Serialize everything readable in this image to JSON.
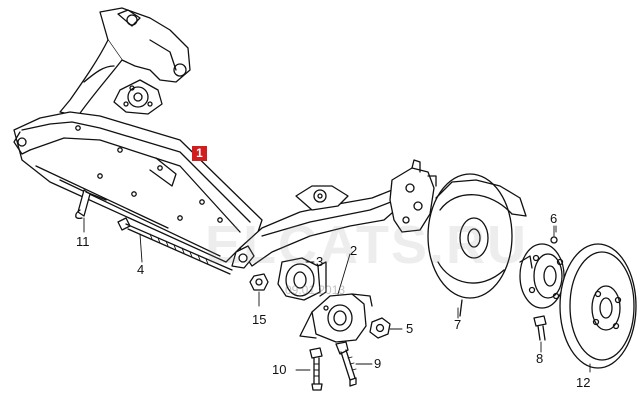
{
  "diagram": {
    "highlight_label": "1",
    "watermark_text": "ELCATS.RU",
    "watermark_date": "09.01.2013",
    "part_labels": {
      "p2": "2",
      "p3": "3",
      "p4": "4",
      "p5": "5",
      "p6": "6",
      "p7": "7",
      "p8": "8",
      "p9": "9",
      "p10": "10",
      "p11": "11",
      "p12": "12",
      "p15": "15"
    },
    "colors": {
      "line": "#111111",
      "highlight": "#d11d1d",
      "background": "#ffffff"
    }
  }
}
